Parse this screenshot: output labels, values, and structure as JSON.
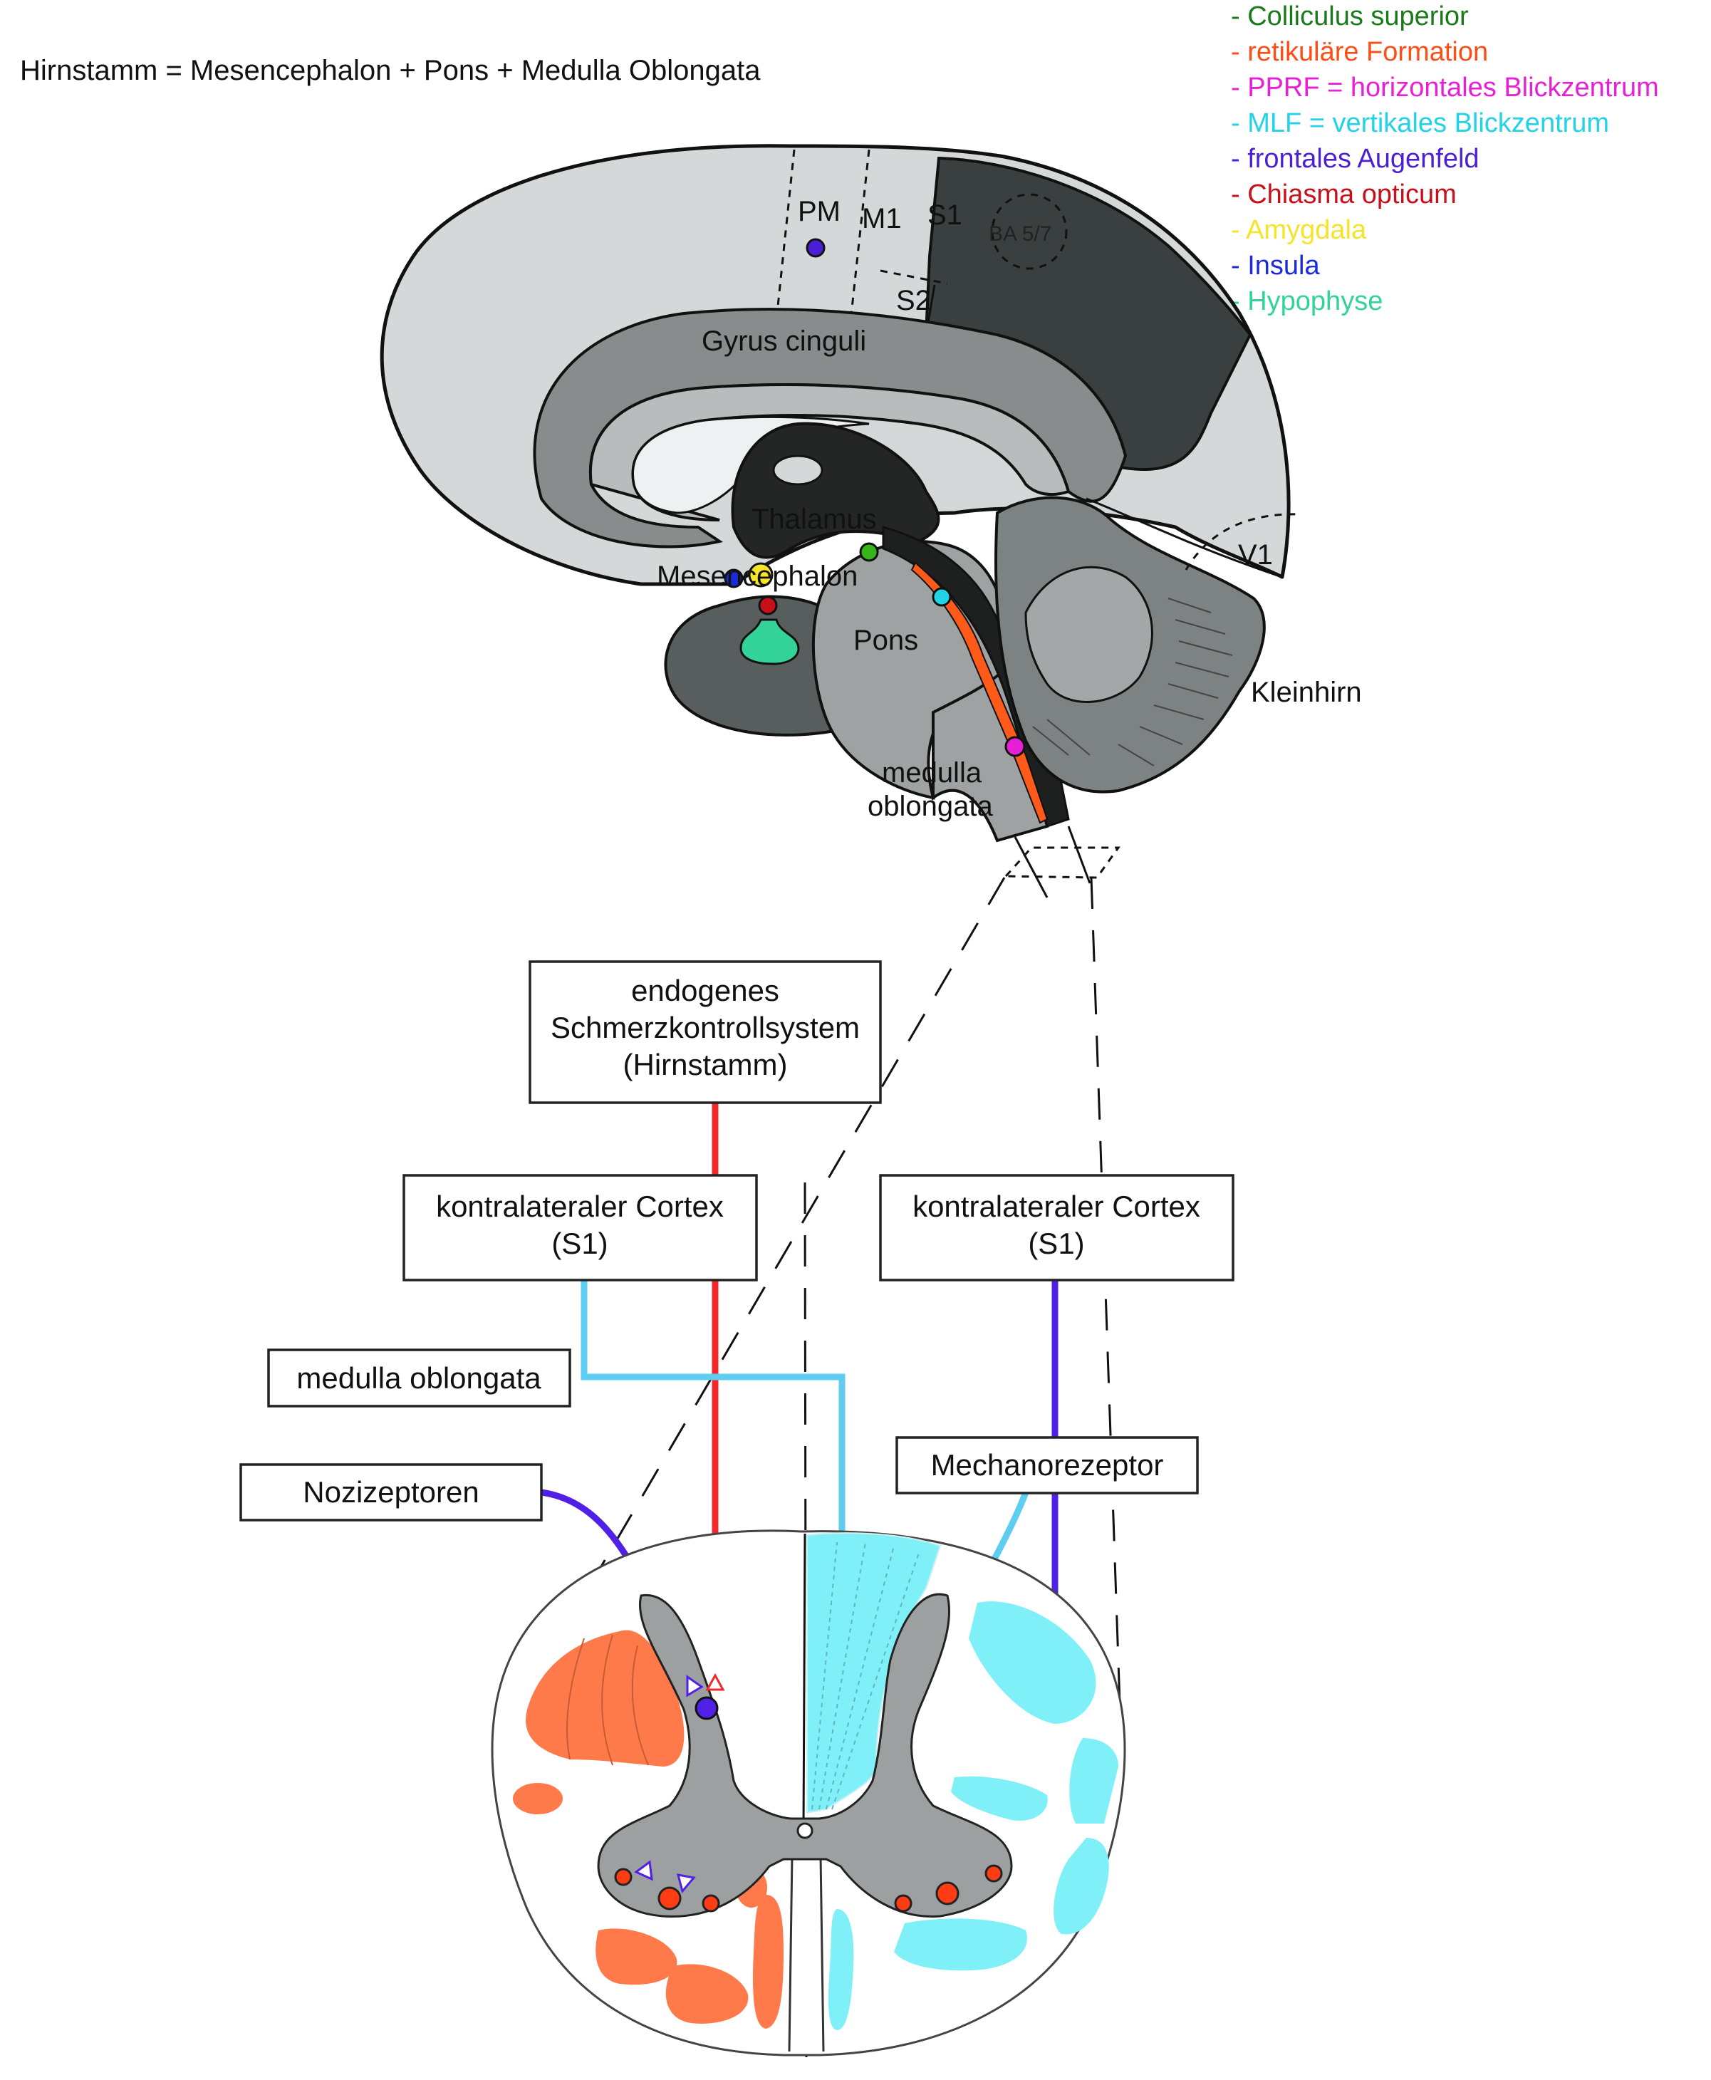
{
  "header": {
    "text": "Hirnstamm = Mesencephalon + Pons + Medulla Oblongata"
  },
  "legend": [
    {
      "text": "- Colliculus superior",
      "color": "#1a7a1a"
    },
    {
      "text": "- retikuläre Formation",
      "color": "#ff4d14"
    },
    {
      "text": "- PPRF = horizontales Blickzentrum",
      "color": "#e620d7"
    },
    {
      "text": "- MLF = vertikales Blickzentrum",
      "color": "#22d3e8"
    },
    {
      "text": "- frontales Augenfeld",
      "color": "#4b1fd6"
    },
    {
      "text": "- Chiasma opticum",
      "color": "#c8101a"
    },
    {
      "text": "- Amygdala",
      "color": "#f5e52a"
    },
    {
      "text": "- Insula",
      "color": "#1b2bd8"
    },
    {
      "text": "- Hypophyse",
      "color": "#34d39a"
    }
  ],
  "brain": {
    "labels": {
      "pm": "PM",
      "m1": "M1",
      "s1": "S1",
      "s2": "S2",
      "ba57": "BA 5/7",
      "gyrus_cinguli": "Gyrus cinguli",
      "thalamus": "Thalamus",
      "mesencephalon": "Mesencephalon",
      "pons": "Pons",
      "v1": "V1",
      "kleinhirn": "Kleinhirn",
      "medulla_line1": "medulla",
      "medulla_line2": "oblongata"
    }
  },
  "boxes": {
    "endogenes": [
      "endogenes",
      "Schmerzkontrollsystem",
      "(Hirnstamm)"
    ],
    "cortex_left": [
      "kontralateraler Cortex",
      "(S1)"
    ],
    "cortex_right": [
      "kontralateraler Cortex",
      "(S1)"
    ],
    "medulla": "medulla oblongata",
    "nozizeptoren": "Nozizeptoren",
    "mechanorezeptor": "Mechanorezeptor"
  },
  "colors": {
    "descending_pathway": "#f0282a",
    "dcml_pathway": "#5ecdf2",
    "pain_pathway": "#5020e6",
    "spinal_orange": "#ff7a4a",
    "spinal_cyan": "#7ff0f8",
    "grey_matter": "#9ca0a0",
    "cortex_light": "#d4d8d8",
    "cortex_dark": "#3a3f3f"
  }
}
